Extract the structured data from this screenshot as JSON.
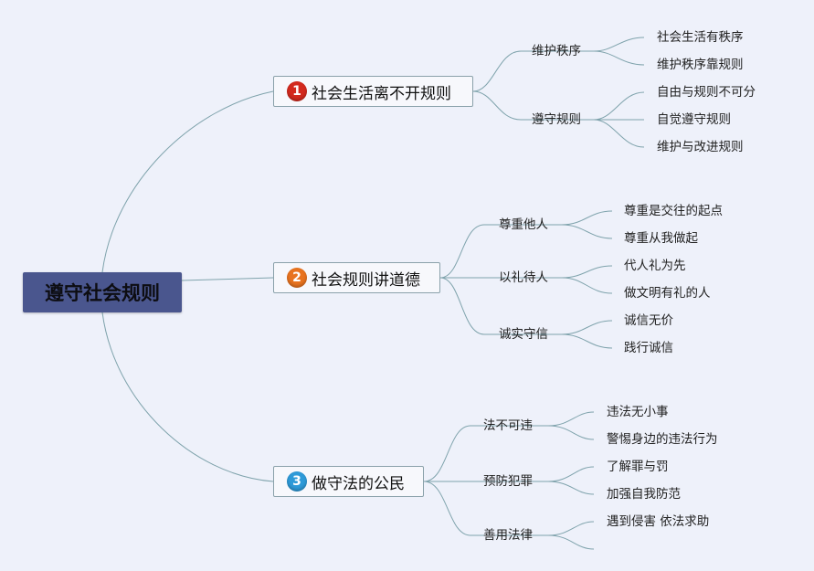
{
  "root": {
    "label": "遵守社会规则"
  },
  "colors": {
    "line": "#7fa3ac",
    "root_bg": "#4a568e",
    "badge1": "#d32a1e",
    "badge2": "#e8731f",
    "badge3": "#2e9ad8"
  },
  "branches": [
    {
      "number": "1",
      "label": "社会生活离不开规则",
      "subs": [
        {
          "label": "维护秩序",
          "leaves": [
            "社会生活有秩序",
            "维护秩序靠规则"
          ]
        },
        {
          "label": "遵守规则",
          "leaves": [
            "自由与规则不可分",
            "自觉遵守规则",
            "维护与改进规则"
          ]
        }
      ]
    },
    {
      "number": "2",
      "label": "社会规则讲道德",
      "subs": [
        {
          "label": "尊重他人",
          "leaves": [
            "尊重是交往的起点",
            "尊重从我做起"
          ]
        },
        {
          "label": "以礼待人",
          "leaves": [
            "代人礼为先",
            "做文明有礼的人"
          ]
        },
        {
          "label": "诚实守信",
          "leaves": [
            "诚信无价",
            "践行诚信"
          ]
        }
      ]
    },
    {
      "number": "3",
      "label": "做守法的公民",
      "subs": [
        {
          "label": "法不可违",
          "leaves": [
            "违法无小事",
            "警惕身边的违法行为"
          ]
        },
        {
          "label": "预防犯罪",
          "leaves": [
            "了解罪与罚",
            "加强自我防范"
          ]
        },
        {
          "label": "善用法律",
          "leaves": [
            "遇到侵害 依法求助",
            ""
          ]
        }
      ]
    }
  ]
}
